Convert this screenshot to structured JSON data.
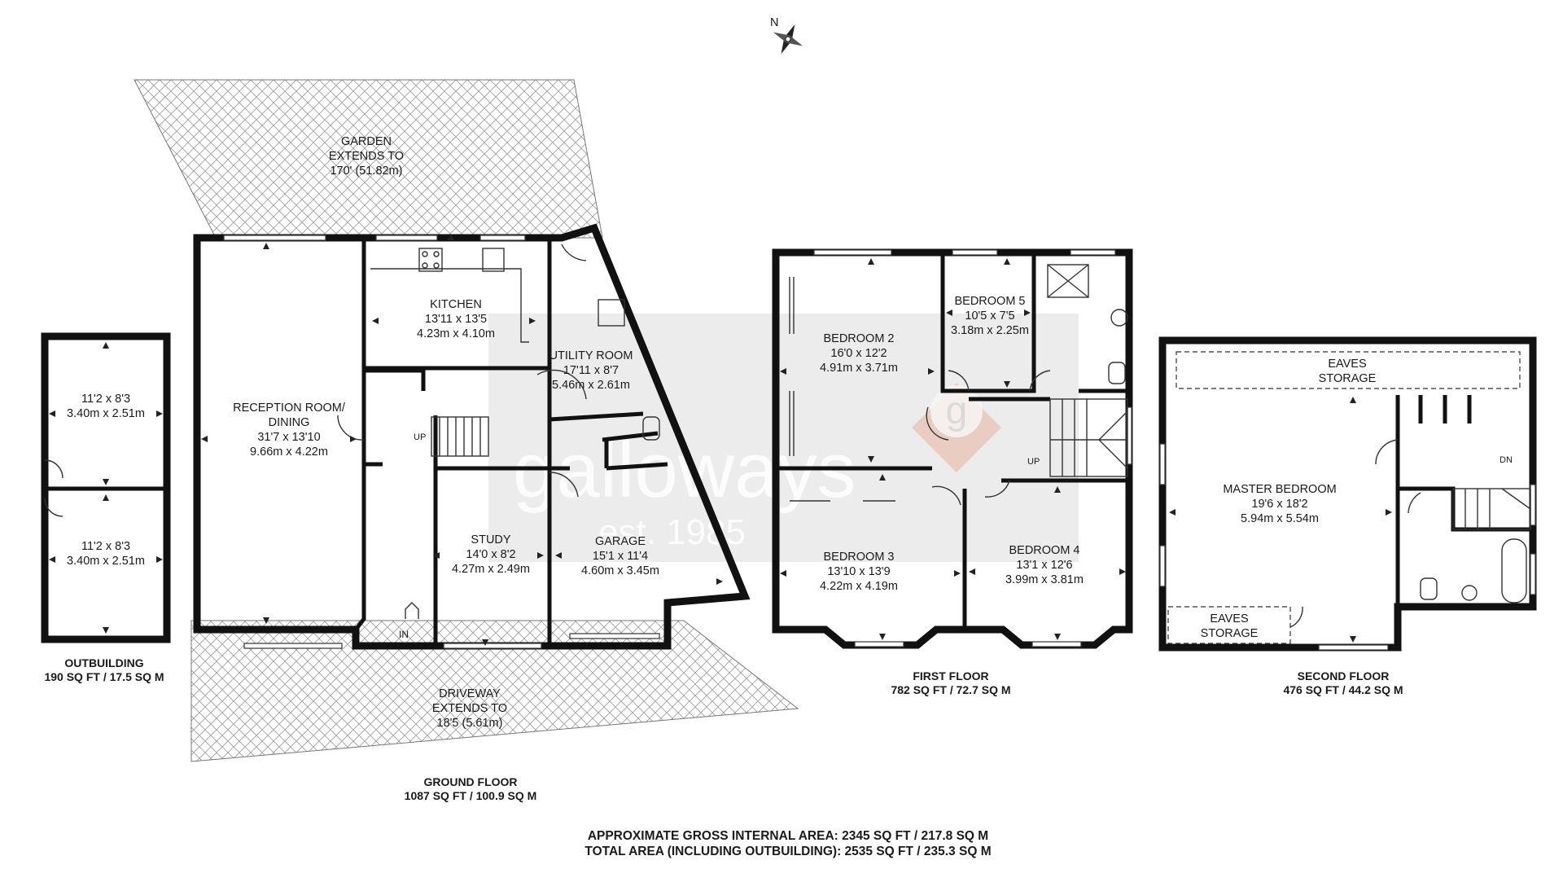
{
  "compass": {
    "label": "N"
  },
  "watermark": {
    "brand": "galloways",
    "established": "est. 1985"
  },
  "outbuilding": {
    "room1": {
      "imperial": "11'2 x 8'3",
      "metric": "3.40m x 2.51m"
    },
    "room2": {
      "imperial": "11'2 x 8'3",
      "metric": "3.40m x 2.51m"
    },
    "title": "OUTBUILDING",
    "area": "190 SQ FT / 17.5 SQ M"
  },
  "ground_floor": {
    "garden": {
      "line1": "GARDEN",
      "line2": "EXTENDS TO",
      "line3": "170' (51.82m)"
    },
    "reception": {
      "line1": "RECEPTION ROOM/",
      "line2": "DINING",
      "imperial": "31'7 x 13'10",
      "metric": "9.66m x 4.22m"
    },
    "kitchen": {
      "name": "KITCHEN",
      "imperial": "13'11 x 13'5",
      "metric": "4.23m x 4.10m"
    },
    "utility": {
      "name": "UTILITY ROOM",
      "imperial": "17'11 x 8'7",
      "metric": "5.46m x 2.61m"
    },
    "study": {
      "name": "STUDY",
      "imperial": "14'0 x 8'2",
      "metric": "4.27m x 2.49m"
    },
    "garage": {
      "name": "GARAGE",
      "imperial": "15'1 x 11'4",
      "metric": "4.60m x 3.45m"
    },
    "driveway": {
      "line1": "DRIVEWAY",
      "line2": "EXTENDS TO",
      "line3": "18'5 (5.61m)"
    },
    "stairs_label": "UP",
    "entrance_label": "IN",
    "title": "GROUND FLOOR",
    "area": "1087 SQ FT / 100.9 SQ M"
  },
  "first_floor": {
    "bedroom2": {
      "name": "BEDROOM 2",
      "imperial": "16'0 x 12'2",
      "metric": "4.91m x 3.71m"
    },
    "bedroom5": {
      "name": "BEDROOM 5",
      "imperial": "10'5 x 7'5",
      "metric": "3.18m x 2.25m"
    },
    "bedroom3": {
      "name": "BEDROOM 3",
      "imperial": "13'10 x 13'9",
      "metric": "4.22m x 4.19m"
    },
    "bedroom4": {
      "name": "BEDROOM 4",
      "imperial": "13'1 x 12'6",
      "metric": "3.99m x 3.81m"
    },
    "stairs_label": "UP",
    "title": "FIRST FLOOR",
    "area": "782 SQ FT / 72.7 SQ M"
  },
  "second_floor": {
    "eaves_top": {
      "line1": "EAVES",
      "line2": "STORAGE"
    },
    "master": {
      "name": "MASTER BEDROOM",
      "imperial": "19'6 x 18'2",
      "metric": "5.94m x 5.54m"
    },
    "eaves_bottom": {
      "line1": "EAVES",
      "line2": "STORAGE"
    },
    "stairs_label": "DN",
    "title": "SECOND FLOOR",
    "area": "476 SQ FT / 44.2 SQ M"
  },
  "totals": {
    "gross": "APPROXIMATE GROSS INTERNAL AREA: 2345 SQ FT / 217.8 SQ M",
    "total": "TOTAL AREA (INCLUDING OUTBUILDING): 2535 SQ FT / 235.3 SQ M"
  }
}
